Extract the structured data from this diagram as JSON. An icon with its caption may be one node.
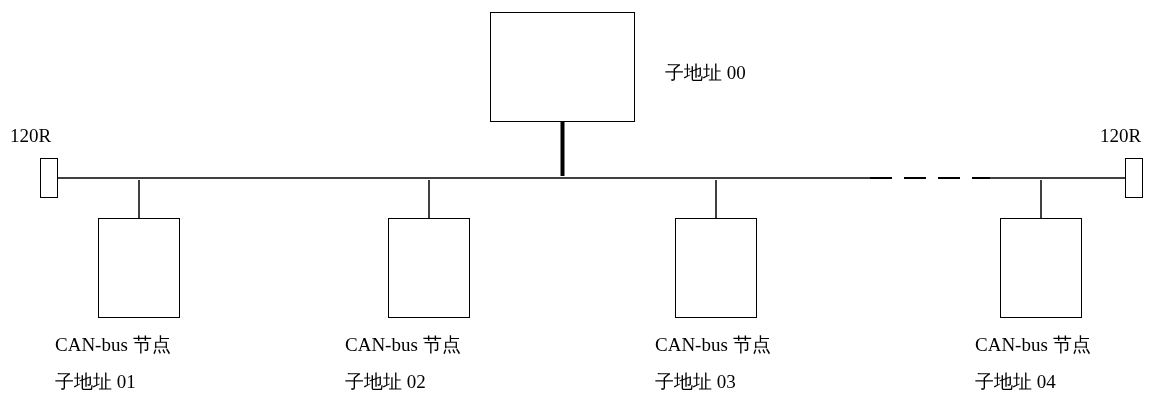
{
  "diagram": {
    "nodes": [
      {
        "text": [],
        "shape": "box",
        "beside": [
          "子地址 00"
        ]
      },
      {
        "text": [],
        "shape": "box",
        "beside": [
          "CAN-bus 节点",
          "子地址 01"
        ]
      },
      {
        "text": [],
        "shape": "box",
        "beside": [
          "CAN-bus 节点",
          "子地址 02"
        ]
      },
      {
        "text": [],
        "shape": "box",
        "beside": [
          "CAN-bus 节点",
          "子地址 03"
        ]
      },
      {
        "text": [],
        "shape": "box",
        "beside": [
          "CAN-bus 节点",
          "子地址 04"
        ]
      },
      {
        "text": [],
        "shape": "box",
        "beside": [
          "120R"
        ]
      },
      {
        "text": [],
        "shape": "box",
        "beside": [
          "120R"
        ]
      },
      {
        "text": [],
        "shape": "bar"
      }
    ],
    "edges": [
      {
        "from": 5,
        "to": 7,
        "arrow": "none"
      },
      {
        "from": 0,
        "to": 7,
        "arrow": "none",
        "style": "thick"
      },
      {
        "from": 1,
        "to": 7,
        "arrow": "none"
      },
      {
        "from": 2,
        "to": 7,
        "arrow": "none"
      },
      {
        "from": 3,
        "to": 7,
        "arrow": "none"
      },
      {
        "from": 4,
        "to": 7,
        "arrow": "none"
      },
      {
        "from": 6,
        "to": 7,
        "arrow": "none"
      }
    ]
  }
}
